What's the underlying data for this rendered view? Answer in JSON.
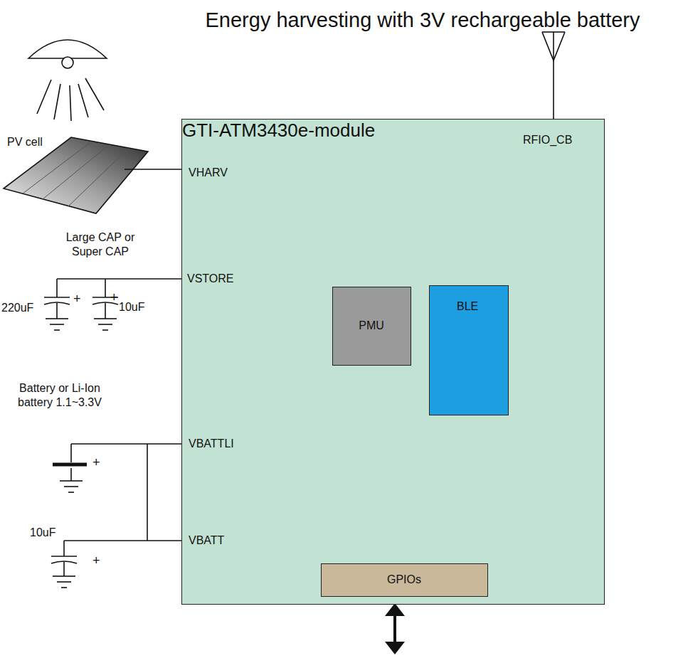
{
  "diagram": {
    "title": "Energy harvesting with 3V rechargeable battery",
    "nodes": [
      {
        "text": [
          "GTI-ATM3430e-module"
        ]
      },
      {
        "text": [
          "PMU"
        ],
        "in": 0
      },
      {
        "text": [
          "BLE"
        ],
        "in": 0
      },
      {
        "text": [
          "GPIOs"
        ],
        "in": 0
      }
    ],
    "labels": [
      "RFIO_CB",
      "VHARV",
      "PV cell",
      "Large CAP or Super CAP",
      "VSTORE",
      "220uF",
      "+",
      "+",
      "10uF",
      "Battery or Li-Ion battery 1.1~3.3V",
      "VBATTLI",
      "+",
      "10uF",
      "+",
      "VBATT"
    ]
  }
}
